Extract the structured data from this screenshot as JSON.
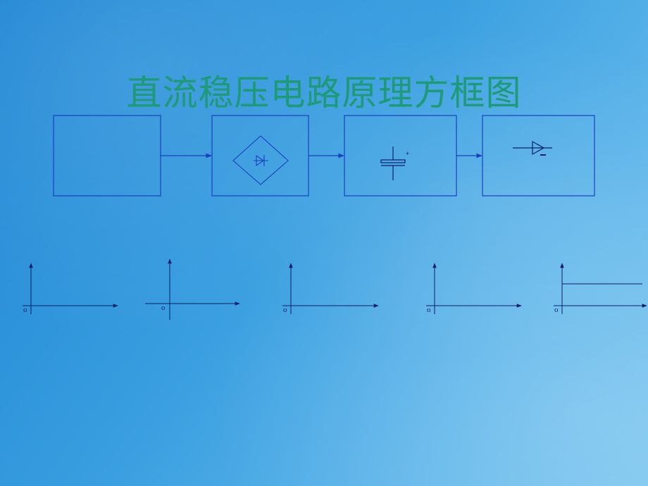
{
  "title": "直流稳压电路原理方框图",
  "colors": {
    "title": "#1f9a78",
    "line": "#1a3fc0",
    "arrow": "#0d1f6b",
    "background": "#3a9fe0"
  },
  "axes": [
    {
      "origin_label": "o"
    },
    {
      "origin_label": "o"
    },
    {
      "origin_label": "o"
    },
    {
      "origin_label": "o"
    },
    {
      "origin_label": "o"
    }
  ]
}
